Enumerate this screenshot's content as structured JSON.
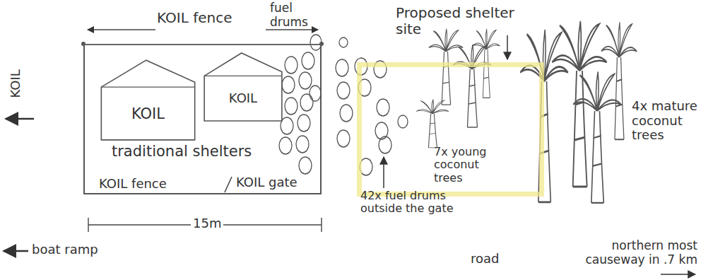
{
  "diagram": {
    "nodes": [
      {
        "text": [
          "traditional shelters"
        ]
      },
      {
        "text": [
          "KOIL"
        ],
        "in": 0
      },
      {
        "text": [
          "KOIL"
        ],
        "in": 0
      },
      {
        "text": [
          "Proposed shelter site"
        ]
      }
    ],
    "labels": [
      "KOIL fence",
      "fuel drums",
      "KOIL",
      "KOIL fence",
      "KOIL gate",
      "15m",
      "boat ramp",
      "42x fuel drums outside the gate",
      "7x young coconut trees",
      "4x mature coconut trees",
      "road",
      "northern most causeway in .7 km"
    ]
  }
}
